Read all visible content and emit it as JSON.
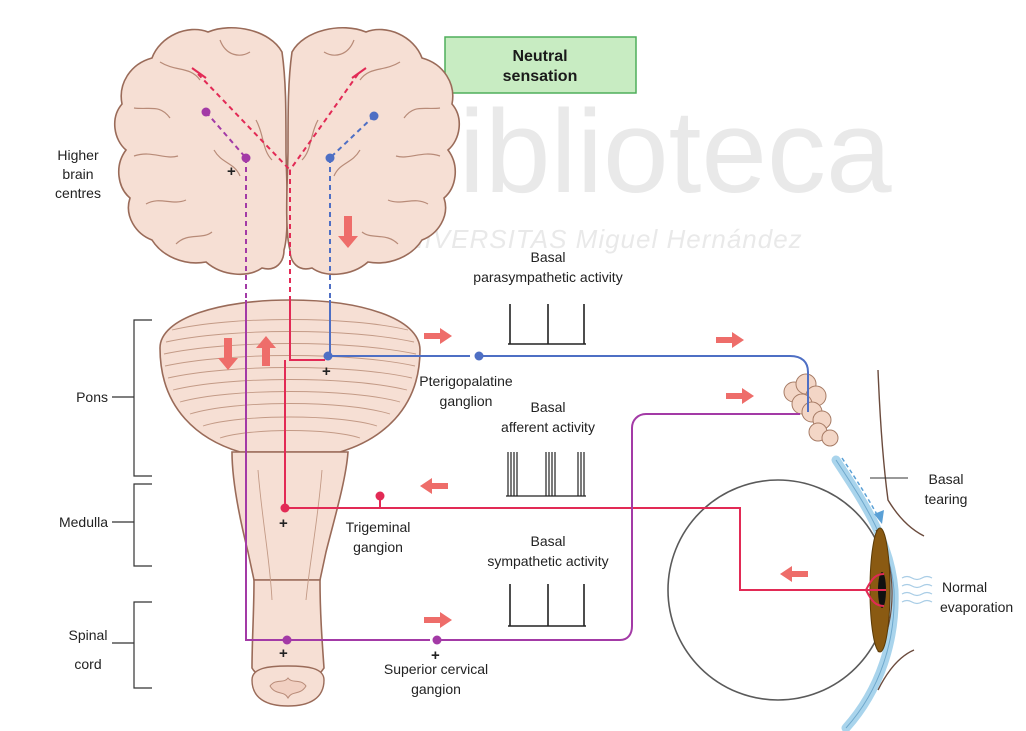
{
  "title_box": {
    "text": "Neutral sensation",
    "line1": "Neutral",
    "line2": "sensation"
  },
  "watermark": {
    "main": "Biblioteca",
    "sub": "UNIVERSITAS Miguel Hernández"
  },
  "region_labels": {
    "higher_line1": "Higher",
    "higher_line2": "brain",
    "higher_line3": "centres",
    "pons": "Pons",
    "medulla": "Medulla",
    "spinal_line1": "Spinal",
    "spinal_line2": "cord"
  },
  "activity_labels": {
    "parasym_line1": "Basal",
    "parasym_line2": "parasympathetic activity",
    "afferent_line1": "Basal",
    "afferent_line2": "afferent activity",
    "sym_line1": "Basal",
    "sym_line2": "sympathetic activity"
  },
  "ganglion_labels": {
    "ptery_line1": "Pterigopalatine",
    "ptery_line2": "ganglion",
    "trig_line1": "Trigeminal",
    "trig_line2": "gangion",
    "sup_line1": "Superior cervical",
    "sup_line2": "gangion"
  },
  "eye_labels": {
    "tearing_line1": "Basal",
    "tearing_line2": "tearing",
    "evap_line1": "Normal",
    "evap_line2": "evaporation"
  },
  "plus_sign": "+",
  "colors": {
    "tissue_fill": "#f6dfd4",
    "tissue_stroke": "#9a6b59",
    "sensory_red": "#e22a55",
    "parasympathetic_blue": "#4e6fc4",
    "sympathetic_magenta": "#a33aa6",
    "arrow_salmon": "#ee6d6a",
    "title_box_fill": "#c8ecc2",
    "title_box_border": "#4fae5b",
    "tear_blue": "#a9d4ec",
    "iris_brown": "#8a5a12"
  }
}
